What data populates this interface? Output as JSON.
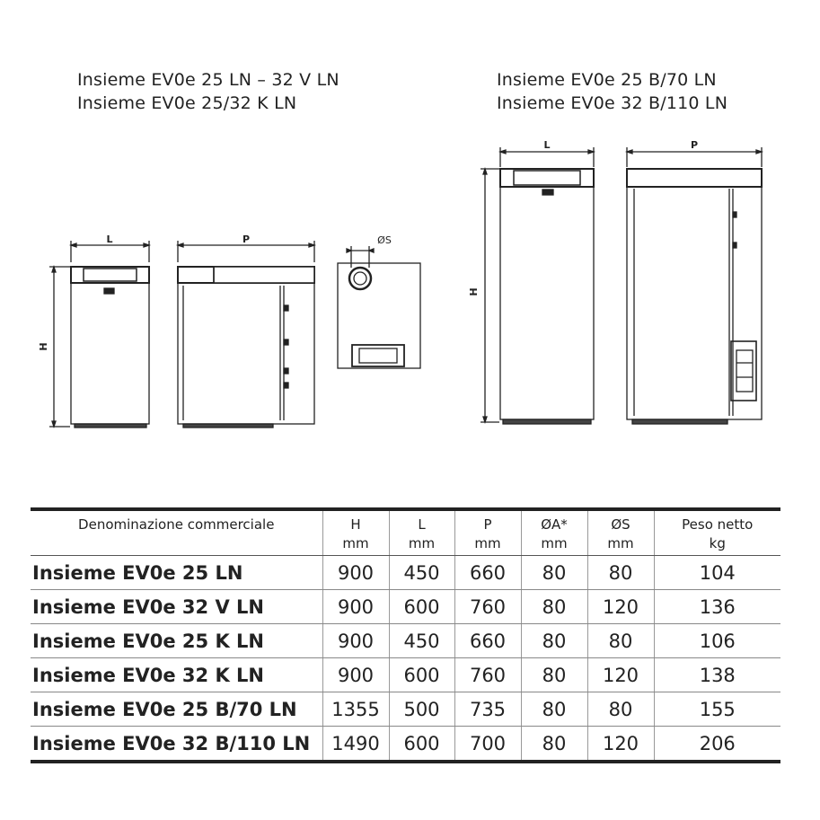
{
  "captions": {
    "left": [
      "Insieme EV0e 25 LN – 32 V LN",
      "Insieme EV0e 25/32 K LN"
    ],
    "right": [
      "Insieme EV0e 25 B/70 LN",
      "Insieme EV0e 32 B/110 LN"
    ]
  },
  "dimension_labels": {
    "l": "L",
    "p": "P",
    "h": "H",
    "s": "ØS"
  },
  "table": {
    "headers": [
      {
        "label": "Denominazione commerciale",
        "unit": ""
      },
      {
        "label": "H",
        "unit": "mm"
      },
      {
        "label": "L",
        "unit": "mm"
      },
      {
        "label": "P",
        "unit": "mm"
      },
      {
        "label": "ØA*",
        "unit": "mm"
      },
      {
        "label": "ØS",
        "unit": "mm"
      },
      {
        "label": "Peso netto",
        "unit": "kg"
      }
    ],
    "rows": [
      [
        "Insieme EV0e 25 LN",
        "900",
        "450",
        "660",
        "80",
        "80",
        "104"
      ],
      [
        "Insieme EV0e 32 V LN",
        "900",
        "600",
        "760",
        "80",
        "120",
        "136"
      ],
      [
        "Insieme EV0e 25 K LN",
        "900",
        "450",
        "660",
        "80",
        "80",
        "106"
      ],
      [
        "Insieme EV0e 32 K LN",
        "900",
        "600",
        "760",
        "80",
        "120",
        "138"
      ],
      [
        "Insieme EV0e 25 B/70 LN",
        "1355",
        "500",
        "735",
        "80",
        "80",
        "155"
      ],
      [
        "Insieme EV0e 32 B/110 LN",
        "1490",
        "600",
        "700",
        "80",
        "120",
        "206"
      ]
    ]
  }
}
